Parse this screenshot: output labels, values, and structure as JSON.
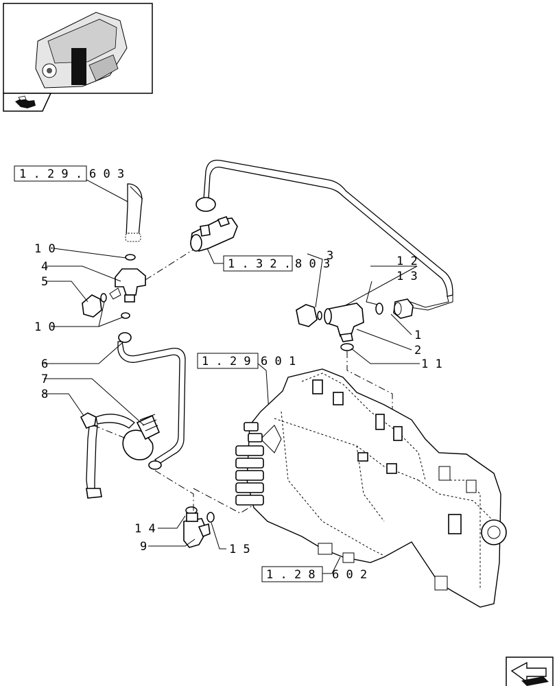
{
  "refs": {
    "r1": {
      "a": "1 . 2 9 .",
      "b": "6   0 3"
    },
    "r2": {
      "a": "1 . 3 2 .",
      "b": "8   0 3"
    },
    "r3": {
      "a": "1 . 2 9",
      "b": "6   0 1"
    },
    "r4": {
      "a": "1 . 2 8",
      "b": "6   0 2"
    }
  },
  "labels": {
    "l10a": "1 0",
    "l4": "4",
    "l5": "5",
    "l10b": "1 0",
    "l6": "6",
    "l7": "7",
    "l8": "8",
    "l3": "3",
    "l12": "1 2",
    "l13": "1 3",
    "l1": "1",
    "l2": "2",
    "l11": "1 1",
    "l14": "1 4",
    "l9": "9",
    "l15": "1 5"
  },
  "icons": {
    "thumbnail": "transmission-thumbnail",
    "nav_prev": "folder-arrow-icon",
    "nav_next": "next-page-arrow-icon"
  }
}
